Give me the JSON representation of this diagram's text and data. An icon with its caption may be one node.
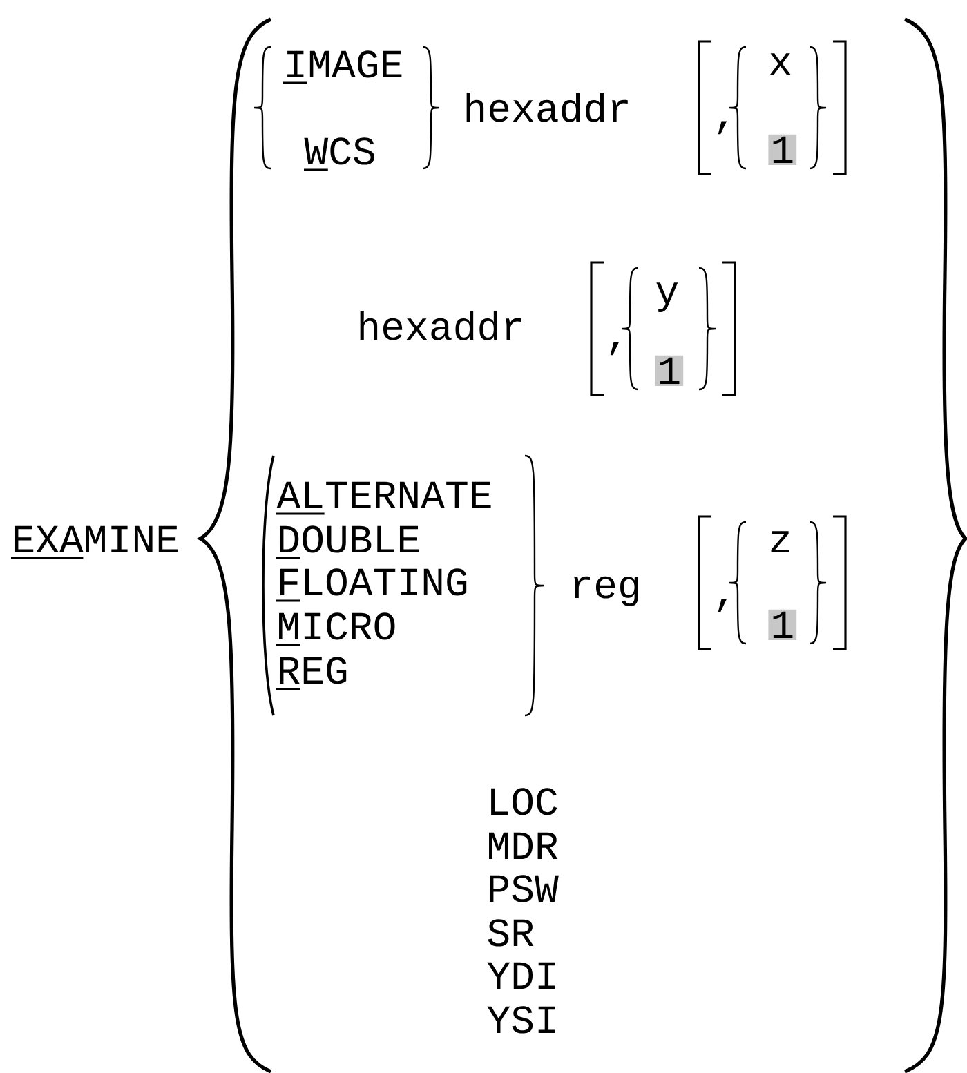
{
  "diagram": {
    "labels": [
      "IMAGE",
      "WCS",
      "hexaddr",
      ",",
      "x",
      "1",
      "hexaddr",
      ",",
      "y",
      "1",
      "EXAMINE",
      "ALTERNATE",
      "DOUBLE",
      "FLOATING",
      "MICRO",
      "REG",
      "reg",
      ",",
      "z",
      "1",
      "LOC",
      "MDR",
      "PSW",
      "SR",
      "YDI",
      "YSI"
    ]
  }
}
